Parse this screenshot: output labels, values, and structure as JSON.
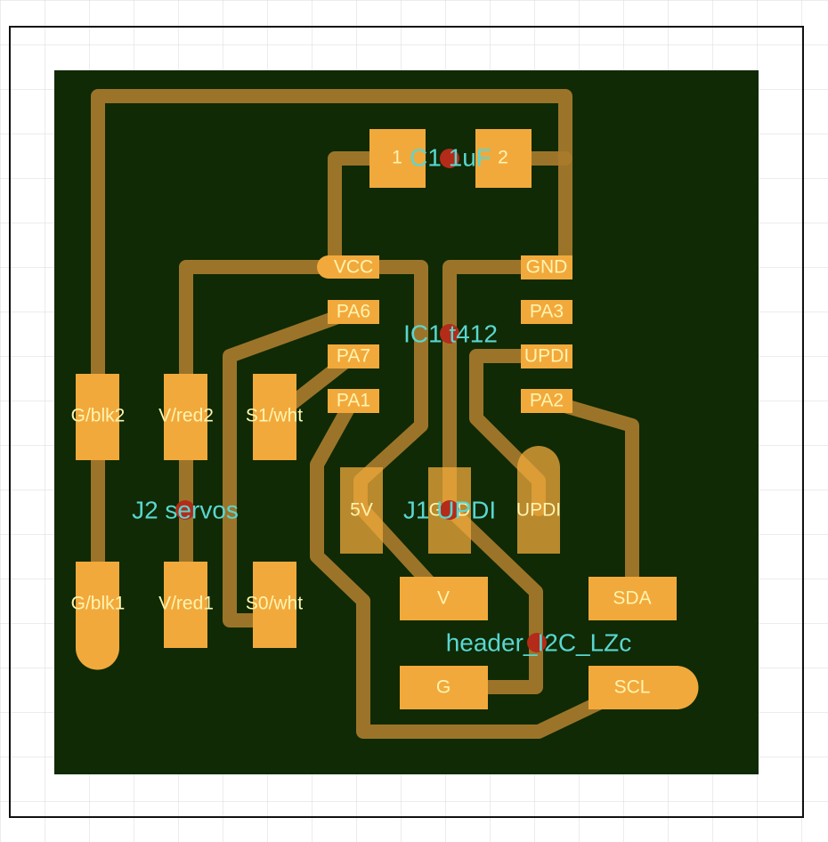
{
  "colors": {
    "board": "#0f2a04",
    "pad": "#f2a93b",
    "trace": "#a87b2c",
    "pad_label": "#fff4b0",
    "part_label": "#5ad6d0",
    "origin": "#b42b1a",
    "grid": "#d8d8d8",
    "outline": "#111111"
  },
  "components": {
    "c1": {
      "label": "C1 1uF",
      "pad1": "1",
      "pad2": "2"
    },
    "ic1": {
      "label": "IC1 t412",
      "pins": [
        "VCC",
        "PA6",
        "PA7",
        "PA1",
        "GND",
        "PA3",
        "UPDI",
        "PA2"
      ]
    },
    "j2": {
      "label": "J2 servos",
      "pins": [
        "G/blk2",
        "V/red2",
        "S1/wht",
        "G/blk1",
        "V/red1",
        "S0/wht"
      ]
    },
    "j1": {
      "label": "J1 UPDI",
      "pins": [
        "5V",
        "GND",
        "UPDI"
      ]
    },
    "header": {
      "label": "header_I2C_LZc",
      "pins": [
        "V",
        "SDA",
        "G",
        "SCL"
      ]
    }
  }
}
